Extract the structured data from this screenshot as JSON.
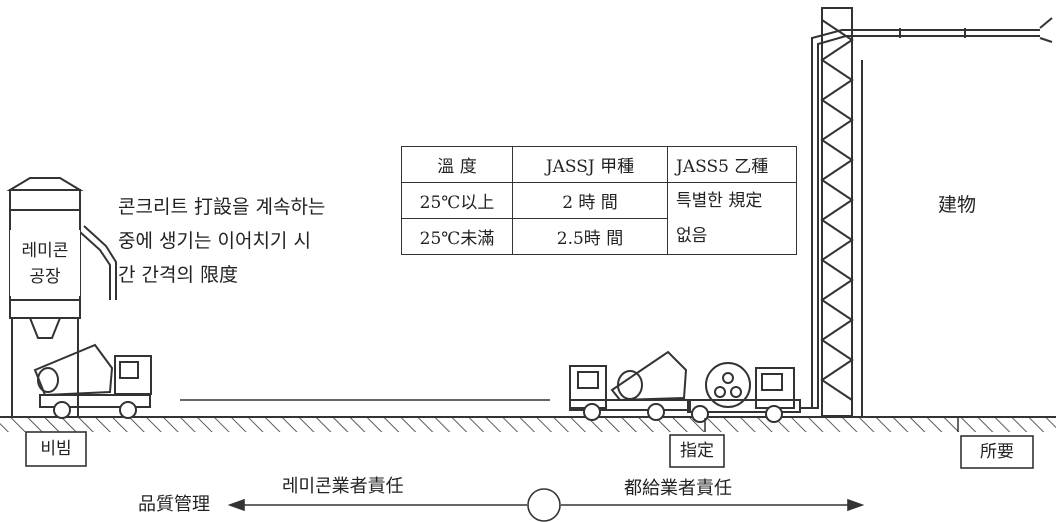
{
  "plant": {
    "line1": "레미콘",
    "line2": "공장"
  },
  "caption": {
    "line1": "콘크리트 打設을 계속하는",
    "line2": "중에 생기는 이어치기  시",
    "line3": "간 간격의 限度"
  },
  "table": {
    "headers": [
      "溫  度",
      "JASSJ 甲種",
      "JASS5 乙種"
    ],
    "rows": [
      [
        "25℃以上",
        "2  時  間"
      ],
      [
        "25℃未滿",
        "2.5時  間"
      ]
    ],
    "merged_note": {
      "line1": "특별한 規定",
      "line2": "없음"
    }
  },
  "building_label": "建物",
  "points": {
    "start": "비빔",
    "designated": "指定",
    "required": "所要"
  },
  "responsibility": {
    "quality": "品質管理",
    "ready_mix": "레미콘業者責任",
    "supplier": "都給業者責任"
  }
}
